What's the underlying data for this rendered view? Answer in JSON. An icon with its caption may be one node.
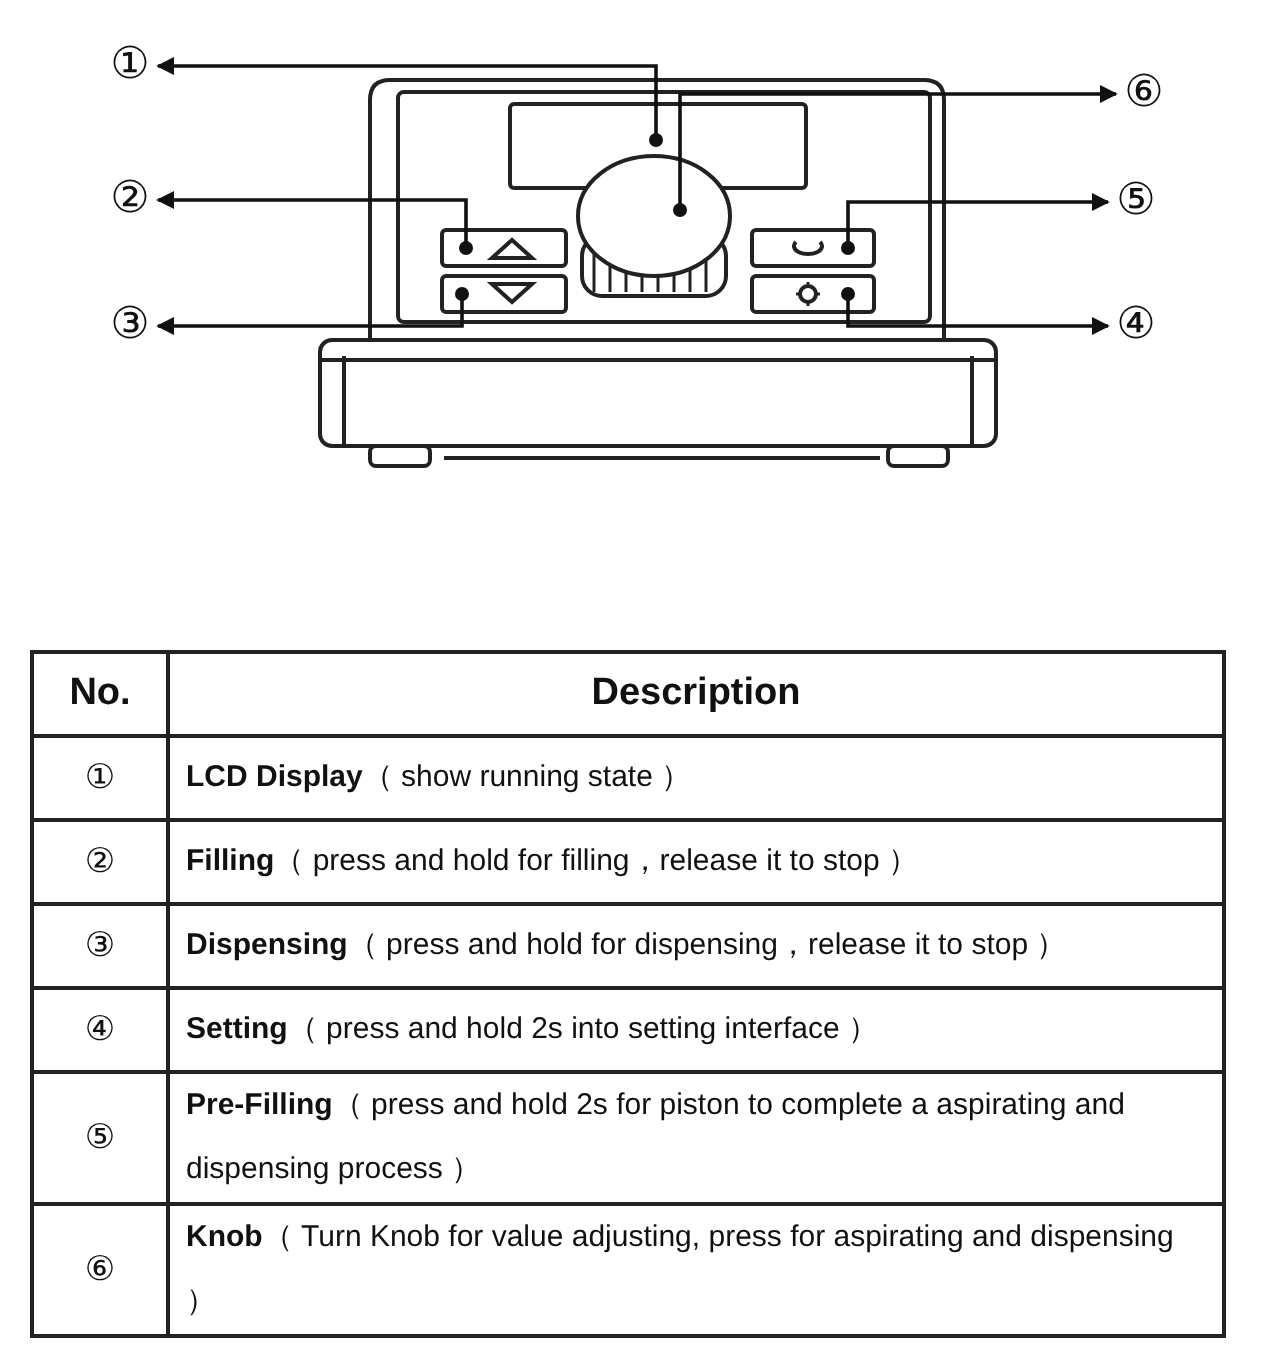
{
  "diagram": {
    "nodes": [
      {
        "text": [
          "①"
        ]
      },
      {
        "text": [
          "②"
        ]
      },
      {
        "text": [
          "③"
        ]
      },
      {
        "text": [
          "④"
        ]
      },
      {
        "text": [
          "⑤"
        ]
      },
      {
        "text": [
          "⑥"
        ]
      },
      {
        "text": [],
        "shape": "box"
      },
      {
        "text": [],
        "shape": "box"
      },
      {
        "text": [],
        "shape": "box"
      },
      {
        "text": [],
        "shape": "box"
      },
      {
        "text": [],
        "shape": "box"
      },
      {
        "text": [],
        "shape": "circle"
      }
    ],
    "edges": [
      {
        "from": 6,
        "to": 0,
        "arrow": "to"
      },
      {
        "from": 7,
        "to": 1,
        "arrow": "to"
      },
      {
        "from": 8,
        "to": 2,
        "arrow": "to"
      },
      {
        "from": 9,
        "to": 3,
        "arrow": "to"
      },
      {
        "from": 10,
        "to": 4,
        "arrow": "to"
      },
      {
        "from": 11,
        "to": 5,
        "arrow": "to"
      }
    ],
    "labels": [
      "No.",
      "Description",
      "①",
      "**LCD Display**（ show running state ）",
      "②",
      "**Filling**（ press and hold for filling，release it to stop ）",
      "③",
      "**Dispensing**（ press and hold for dispensing，release it to stop ）",
      "④",
      "**Setting**（ press and hold 2s into setting interface ）",
      "⑤",
      "**Pre-Filling**（ press and hold 2s for piston to complete a aspirating and dispensing process ）",
      "⑥",
      "**Knob**（ Turn Knob for value adjusting, press for aspirating and dispensing ）"
    ]
  }
}
